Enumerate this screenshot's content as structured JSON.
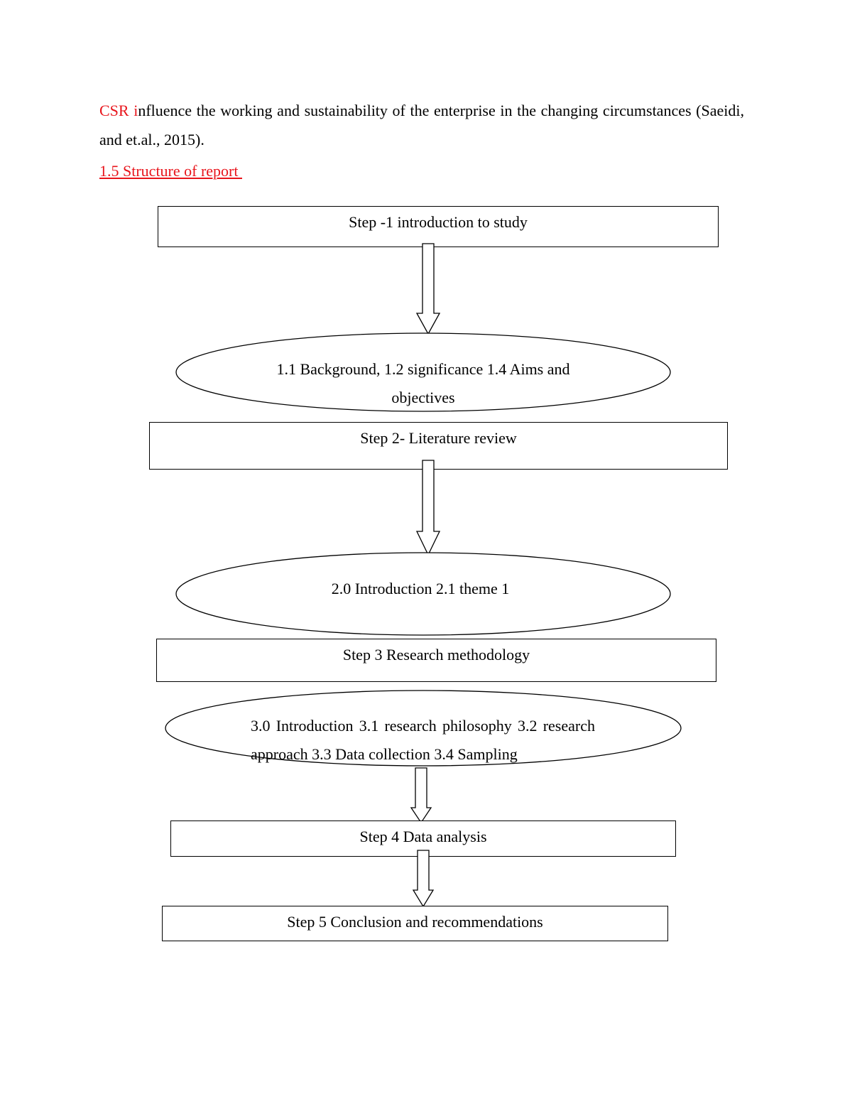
{
  "intro": {
    "lead_red": "CSR i",
    "body": "nfluence the working and sustainability of the enterprise in the changing circumstances (Saeidi, and et.al., 2015)."
  },
  "section_heading": "1.5 Structure of report ",
  "flow": {
    "step1": "Step -1 introduction to study",
    "step1_details": "1.1 Background, 1.2 significance 1.4 Aims and objectives",
    "step2": "Step 2- Literature review",
    "step2_details": "2.0 Introduction 2.1 theme 1",
    "step3": "Step 3 Research methodology",
    "step3_details": "3.0 Introduction 3.1 research philosophy 3.2 research approach 3.3 Data collection 3.4 Sampling",
    "step4": "Step 4 Data analysis",
    "step5": "Step 5 Conclusion and recommendations"
  }
}
